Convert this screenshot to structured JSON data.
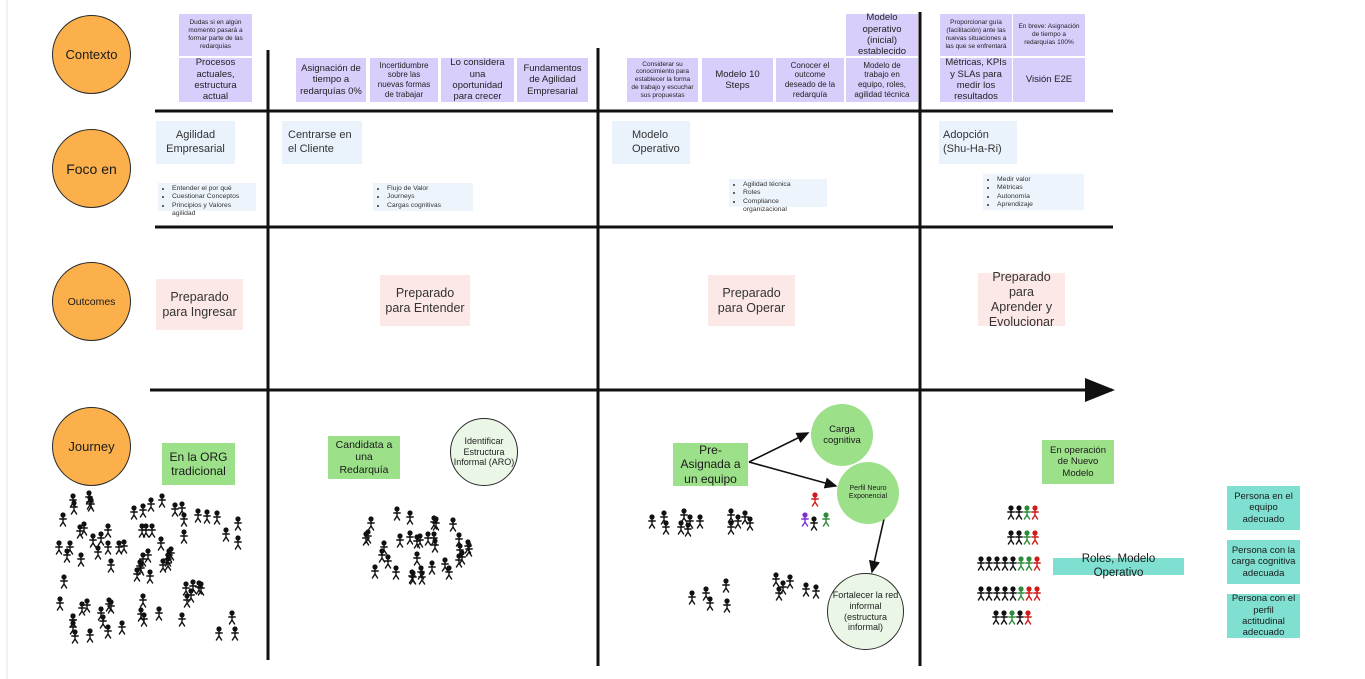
{
  "lanes": [
    {
      "label": "Contexto"
    },
    {
      "label": "Foco en"
    },
    {
      "label": "Outcomes"
    },
    {
      "label": "Journey"
    }
  ],
  "contexto": {
    "stickies": [
      "Dudas si en algún momento pasará a formar parte de las redarquías",
      "Procesos actuales, estructura actual",
      "Asignación de tiempo a redarquías 0%",
      "Incertidumbre sobre las nuevas formas de trabajar",
      "Lo considera una oportunidad para crecer",
      "Fundamentos de Agilidad Empresarial",
      "Considerar su conocimiento para establecer la forma de trabajo y escuchar sus propuestas",
      "Modelo 10 Steps",
      "Conocer el outcome deseado de la redarquía",
      "Modelo operativo (inicial) establecido",
      "Modelo de trabajo en equipo, roles, agilidad técnica",
      "Proporcionar guía (facilitación) ante las nuevas situaciones a las que se enfrentará",
      "En breve: Asignación de tiempo a redarquías 100%",
      "Métricas, KPIs y SLAs para medir los resultados",
      "Visión E2E"
    ]
  },
  "foco": {
    "titles": [
      "Agilidad Empresarial",
      "Centrarse en el Cliente",
      "Modelo Operativo",
      "Adopción (Shu-Ha-Ri)"
    ],
    "lists": [
      [
        "Entender el por qué",
        "Cuestionar Conceptos",
        "Principios y Valores agilidad"
      ],
      [
        "Flujo de Valor",
        "Journeys",
        "Cargas cognitivas"
      ],
      [
        "Agilidad técnica",
        "Roles",
        "Compliance organizacional"
      ],
      [
        "Medir valor",
        "Métricas",
        "Autonomía",
        "Aprendizaje"
      ]
    ]
  },
  "outcomes": [
    "Preparado para Ingresar",
    "Preparado para Entender",
    "Preparado para Operar",
    "Preparado para Aprender y Evolucionar"
  ],
  "journey": {
    "stages": [
      "En la ORG tradicional",
      "Candidata a una Redarquía",
      "Pre-Asignada a un equipo",
      "En operación de Nuevo Modelo"
    ],
    "nodes": {
      "aro": "Identificar Estructura Informal (ARO)",
      "carga": "Carga cognitiva",
      "perfil": "Perfil Neuro Exponencial",
      "fortalecer": "Fortalecer la red informal (estructura informal)"
    },
    "roles_label": "Roles, Modelo Operativo"
  },
  "legend": [
    {
      "label": "Persona en el equipo adecuado",
      "color": "#111111"
    },
    {
      "label": "Persona con la carga cognitiva adecuada",
      "color": "#2e8b3a"
    },
    {
      "label": "Persona con el perfil actitudinal adecuado",
      "color": "#d11a1a"
    }
  ],
  "colors": {
    "lane_circle": "#fbb04c",
    "purple_sticky": "#d9cdfc",
    "blue_sticky": "#eaf2fc",
    "pink_sticky": "#fde8e8",
    "green_sticky": "#9de08a",
    "teal_sticky": "#7fe0d1",
    "violet_person": "#7b2fd6"
  }
}
